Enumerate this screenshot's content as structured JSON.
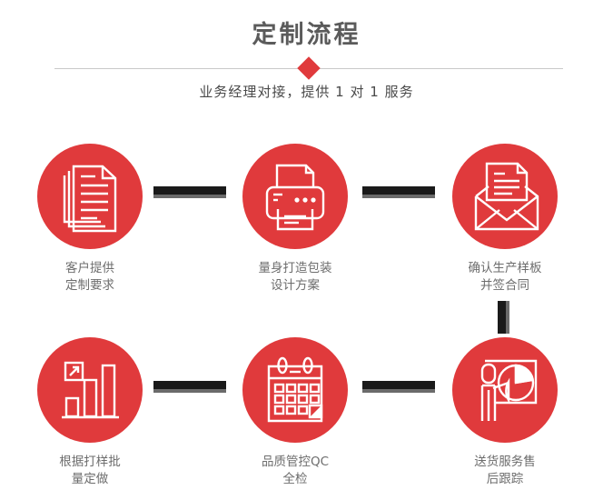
{
  "header": {
    "title": "定制流程",
    "subtitle": "业务经理对接，提供 1 对 1 服务",
    "divider_icon": "diamond-icon"
  },
  "colors": {
    "accent_red": "#e03a3c",
    "title_gray": "#5b5b5b",
    "label_gray": "#6d6d6d",
    "connector_dark": "#1a1a1a",
    "connector_shadow": "#6b6b6b",
    "divider_line": "#c9c9c9",
    "background": "#ffffff"
  },
  "flow": {
    "steps": [
      {
        "id": 1,
        "icon": "documents-stack-icon",
        "label": "客户提供\n定制要求"
      },
      {
        "id": 2,
        "icon": "printer-icon",
        "label": "量身打造包装\n设计方案"
      },
      {
        "id": 3,
        "icon": "envelope-letter-icon",
        "label": "确认生产样板\n并签合同"
      },
      {
        "id": 4,
        "icon": "bar-chart-growth-icon",
        "label": "根据打样批\n量定做"
      },
      {
        "id": 5,
        "icon": "calendar-check-icon",
        "label": "品质管控QC\n全检"
      },
      {
        "id": 6,
        "icon": "presenter-pie-chart-icon",
        "label": "送货服务售\n后跟踪"
      }
    ],
    "connectors": [
      {
        "id": "h-r1-a",
        "orientation": "horizontal"
      },
      {
        "id": "h-r1-b",
        "orientation": "horizontal"
      },
      {
        "id": "v-r1-r2",
        "orientation": "vertical"
      },
      {
        "id": "h-r2-a",
        "orientation": "horizontal"
      },
      {
        "id": "h-r2-b",
        "orientation": "horizontal"
      }
    ]
  }
}
